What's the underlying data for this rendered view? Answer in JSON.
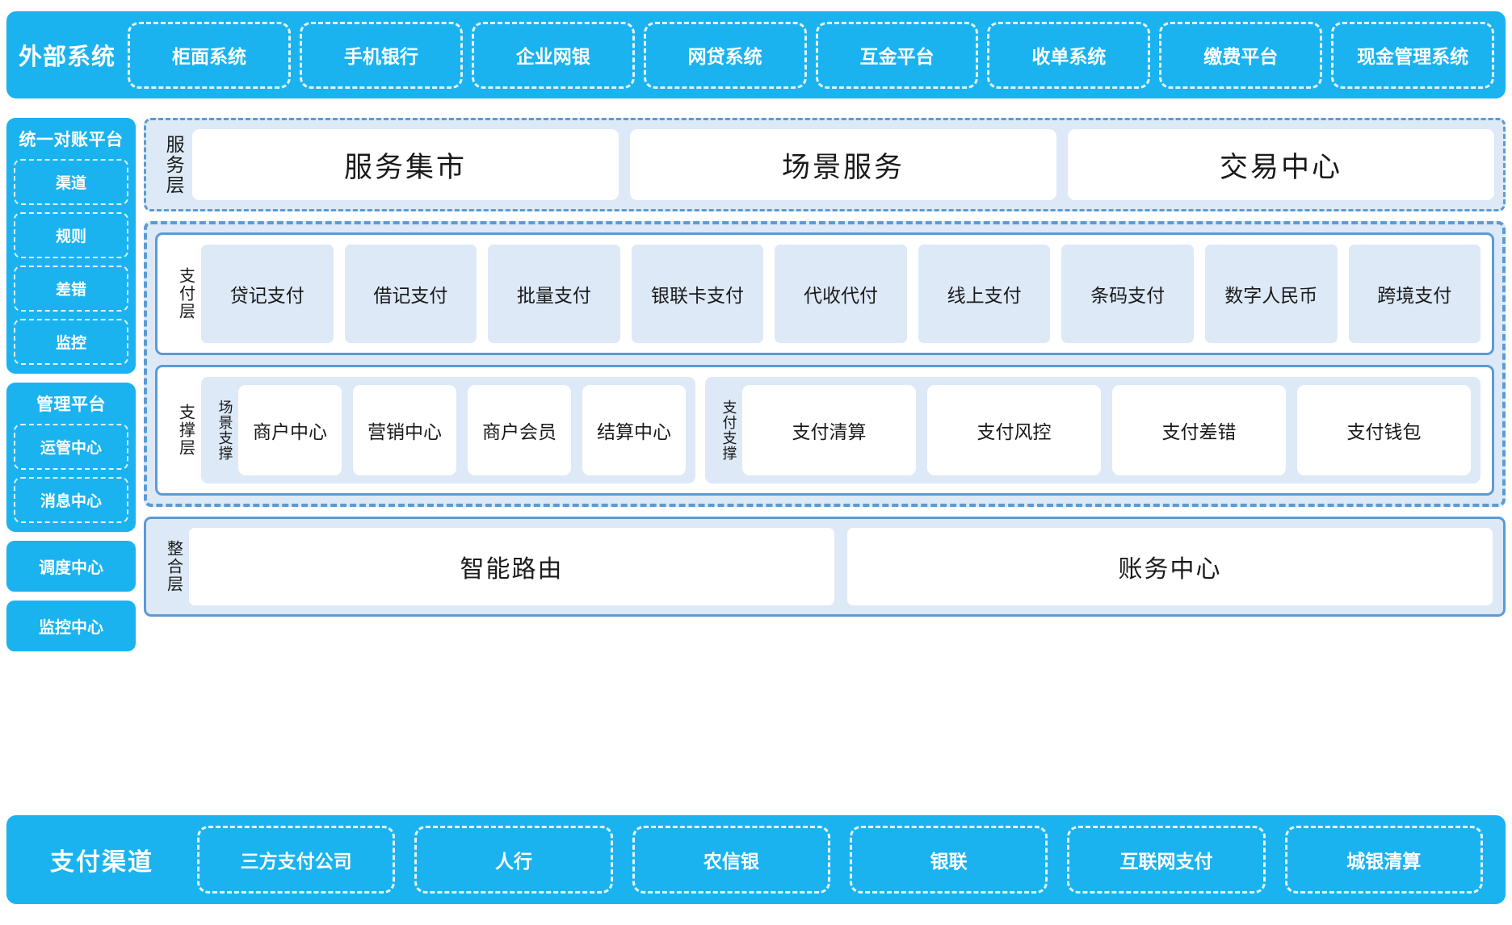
{
  "external_systems": {
    "title": "外部系统",
    "items": [
      "柜面系统",
      "手机银行",
      "企业网银",
      "网贷系统",
      "互金平台",
      "收单系统",
      "缴费平台",
      "现金管理系统"
    ]
  },
  "left_column": {
    "recon_platform": {
      "title": "统一对账平台",
      "items": [
        "渠道",
        "规则",
        "差错",
        "监控"
      ]
    },
    "admin_platform": {
      "title": "管理平台",
      "items": [
        "运管中心",
        "消息中心"
      ]
    },
    "standalone": [
      "调度中心",
      "监控中心"
    ]
  },
  "service_layer": {
    "label": "服务层",
    "cards": [
      "服务集市",
      "场景服务",
      "交易中心"
    ]
  },
  "payment_layer": {
    "label": "支付层",
    "cells": [
      "贷记支付",
      "借记支付",
      "批量支付",
      "银联卡支付",
      "代收代付",
      "线上支付",
      "条码支付",
      "数字人民币",
      "跨境支付"
    ]
  },
  "support_layer": {
    "label": "支撑层",
    "groups": [
      {
        "label": "场景支撑",
        "cells": [
          "商户中心",
          "营销中心",
          "商户会员",
          "结算中心"
        ]
      },
      {
        "label": "支付支撑",
        "cells": [
          "支付清算",
          "支付风控",
          "支付差错",
          "支付钱包"
        ]
      }
    ]
  },
  "integration_layer": {
    "label": "整合层",
    "cards": [
      "智能路由",
      "账务中心"
    ]
  },
  "payment_channels": {
    "title": "支付渠道",
    "items": [
      "三方支付公司",
      "人行",
      "农信银",
      "银联",
      "互联网支付",
      "城银清算"
    ]
  },
  "colors": {
    "brand_blue": "#1AB3F0",
    "panel_border": "#5B9BD5",
    "panel_fill": "#DDE9F7",
    "card_white": "#FFFFFF"
  }
}
